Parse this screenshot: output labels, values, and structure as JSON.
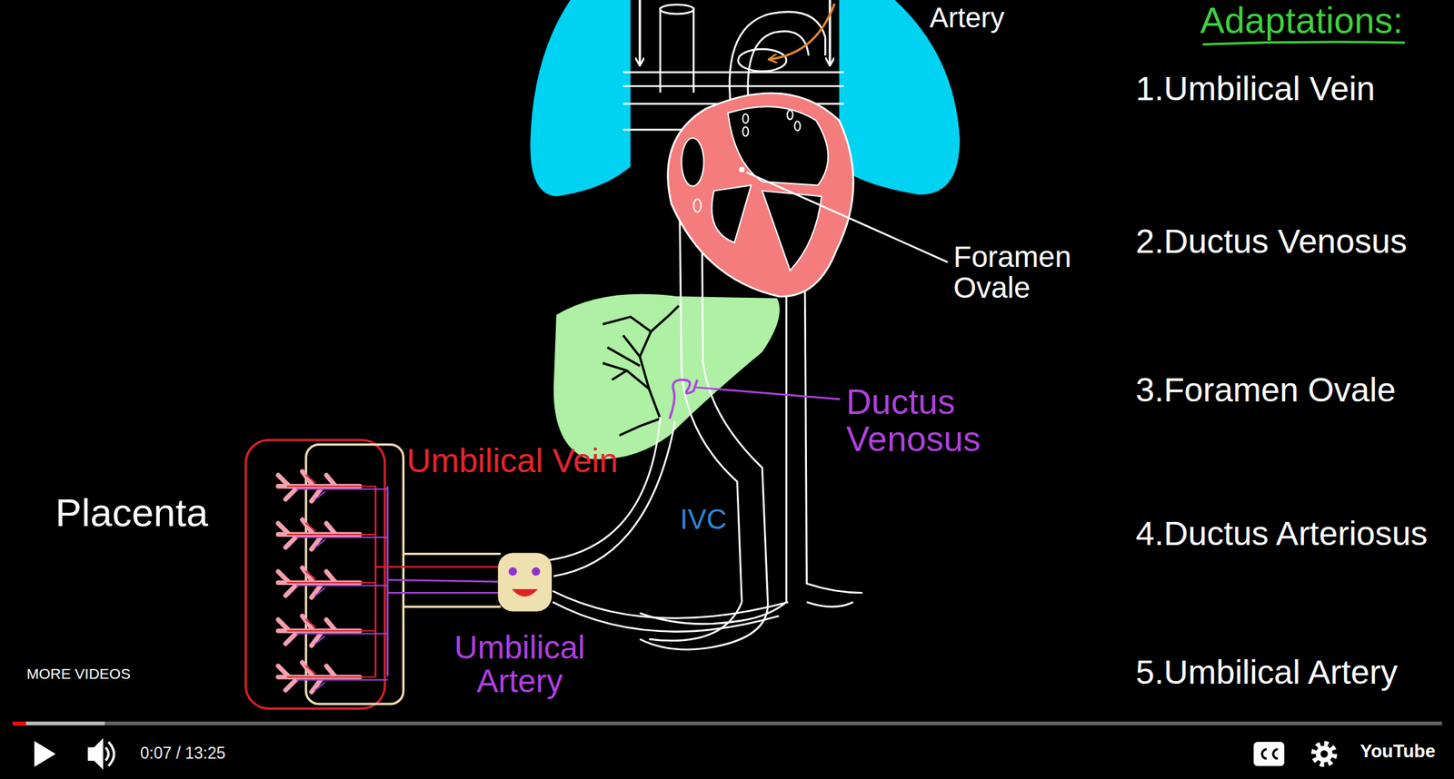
{
  "diagram": {
    "title": "Adaptations:",
    "labels": [
      "Artery",
      "1.Umbilical Vein",
      "2.Ductus Venosus",
      "Foramen Ovale",
      "Ductus Venosus",
      "3.Foramen Ovale",
      "Umbilical Vein",
      "Placenta",
      "IVC",
      "4.Ductus Arteriosus",
      "Umbilical Artery",
      "5.Umbilical Artery",
      "MORE VIDEOS",
      "0:07 / 13:25",
      "YouTube"
    ]
  }
}
